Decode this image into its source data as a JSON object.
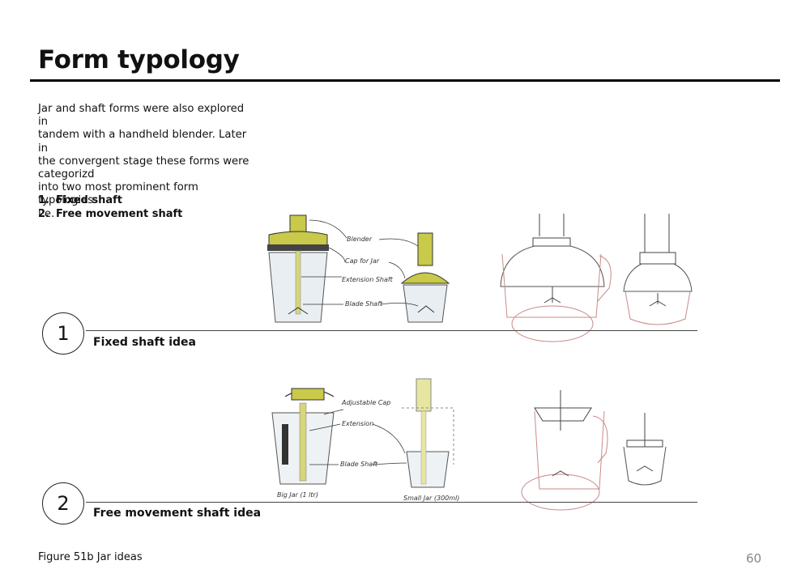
{
  "page": {
    "title": "Form typology",
    "intro": [
      "Jar and shaft forms were also explored in",
      "tandem with a handheld blender. Later in",
      "the convergent stage these forms were",
      "categorizd",
      "into two most prominent form typologies",
      "i.e."
    ],
    "typologies": [
      {
        "num": "1.",
        "label": "Fixed shaft"
      },
      {
        "num": "2.",
        "label": "Free movement shaft"
      }
    ],
    "ideas": [
      {
        "number": "1",
        "label": "Fixed shaft idea"
      },
      {
        "number": "2",
        "label": "Free movement shaft idea"
      }
    ],
    "figure_caption": "Figure 51b Jar ideas",
    "page_number": "60"
  },
  "sketch_annotations": {
    "row1": [
      "Blender",
      "Cap for Jar",
      "Extension Shaft",
      "Blade Shaft"
    ],
    "row2": [
      "Adjustable Cap",
      "Extension",
      "Blade Shaft",
      "Big Jar (1 ltr)",
      "Small Jar (300ml)"
    ]
  },
  "colors": {
    "accent_yellow": "#c9c94a",
    "sketch_red": "#c98a8a",
    "ink": "#222222"
  }
}
